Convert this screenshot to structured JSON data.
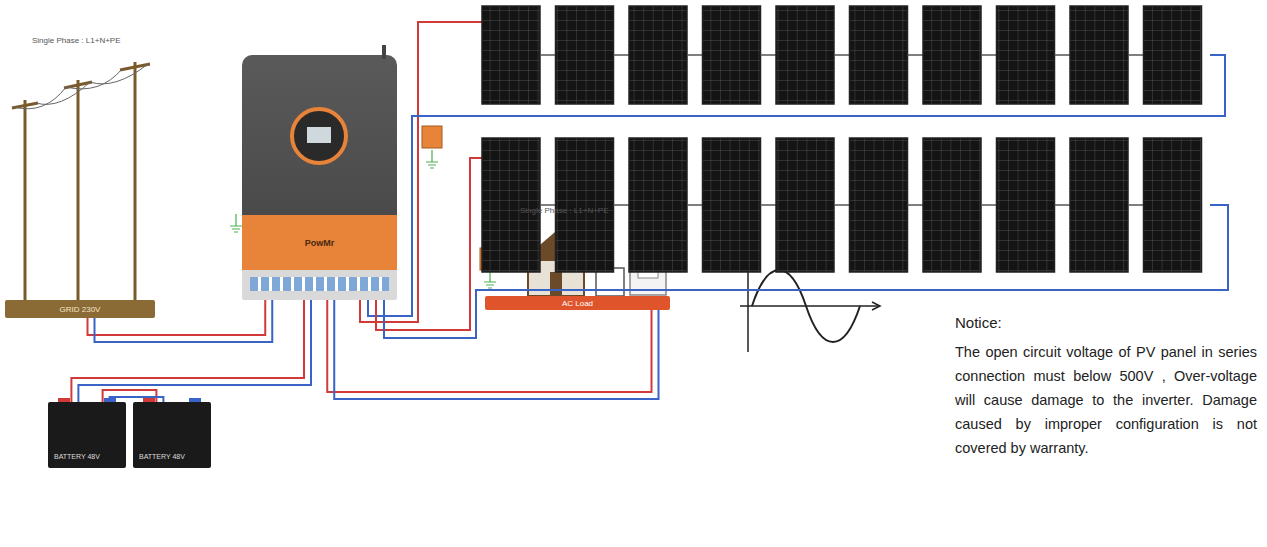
{
  "diagram": {
    "nodes": [
      {
        "text": [
          "GRID 230V"
        ]
      },
      {
        "text": [
          "PowMr"
        ]
      },
      {
        "text": [
          "BATTERY 48V"
        ]
      },
      {
        "text": [
          "BATTERY 48V"
        ]
      },
      {
        "text": [
          "AC Load"
        ]
      }
    ],
    "edges": [
      {
        "from": 0,
        "to": 1,
        "arrow": "none"
      },
      {
        "from": 1,
        "to": 4,
        "arrow": "none"
      },
      {
        "from": 2,
        "to": 1,
        "arrow": "none"
      },
      {
        "from": 2,
        "to": 3,
        "arrow": "none"
      }
    ],
    "labels": [
      "Single Phase : L1+N+PE",
      "Single Phase : L1+N+PE",
      "Notice:",
      "The open circuit voltage of PV panel in series connection must below 500V , Over-voltage will cause damage to the inverter. Damage caused by improper configuration is not covered by warranty."
    ]
  }
}
